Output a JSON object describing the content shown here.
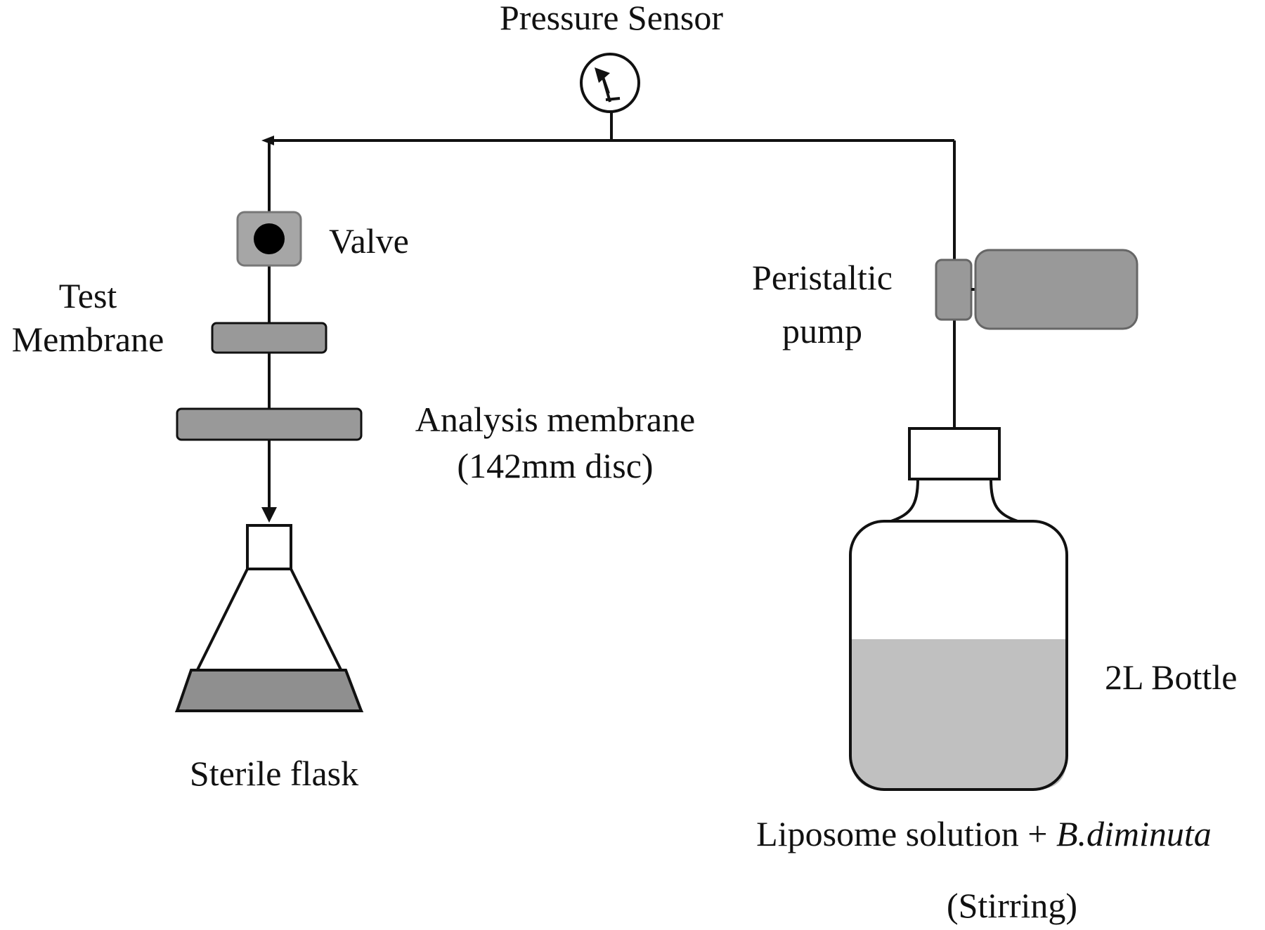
{
  "labels": {
    "pressure_sensor": "Pressure Sensor",
    "valve": "Valve",
    "test_membrane_line1": "Test",
    "test_membrane_line2": "Membrane",
    "analysis_membrane_line1": "Analysis membrane",
    "analysis_membrane_line2": "(142mm disc)",
    "sterile_flask": "Sterile flask",
    "peristaltic_pump_line1": "Peristaltic",
    "peristaltic_pump_line2": "pump",
    "bottle": "2L Bottle",
    "liposome_solution": "Liposome solution + ",
    "organism": "B.diminuta",
    "stirring": "(Stirring)"
  },
  "colors": {
    "line": "#111111",
    "component_fill": "#999999",
    "liquid_fill": "#c0c0c0",
    "flask_liquid": "#8f8f8f",
    "valve_body": "#a6a6a6",
    "valve_knob": "#000000",
    "background": "#ffffff"
  }
}
